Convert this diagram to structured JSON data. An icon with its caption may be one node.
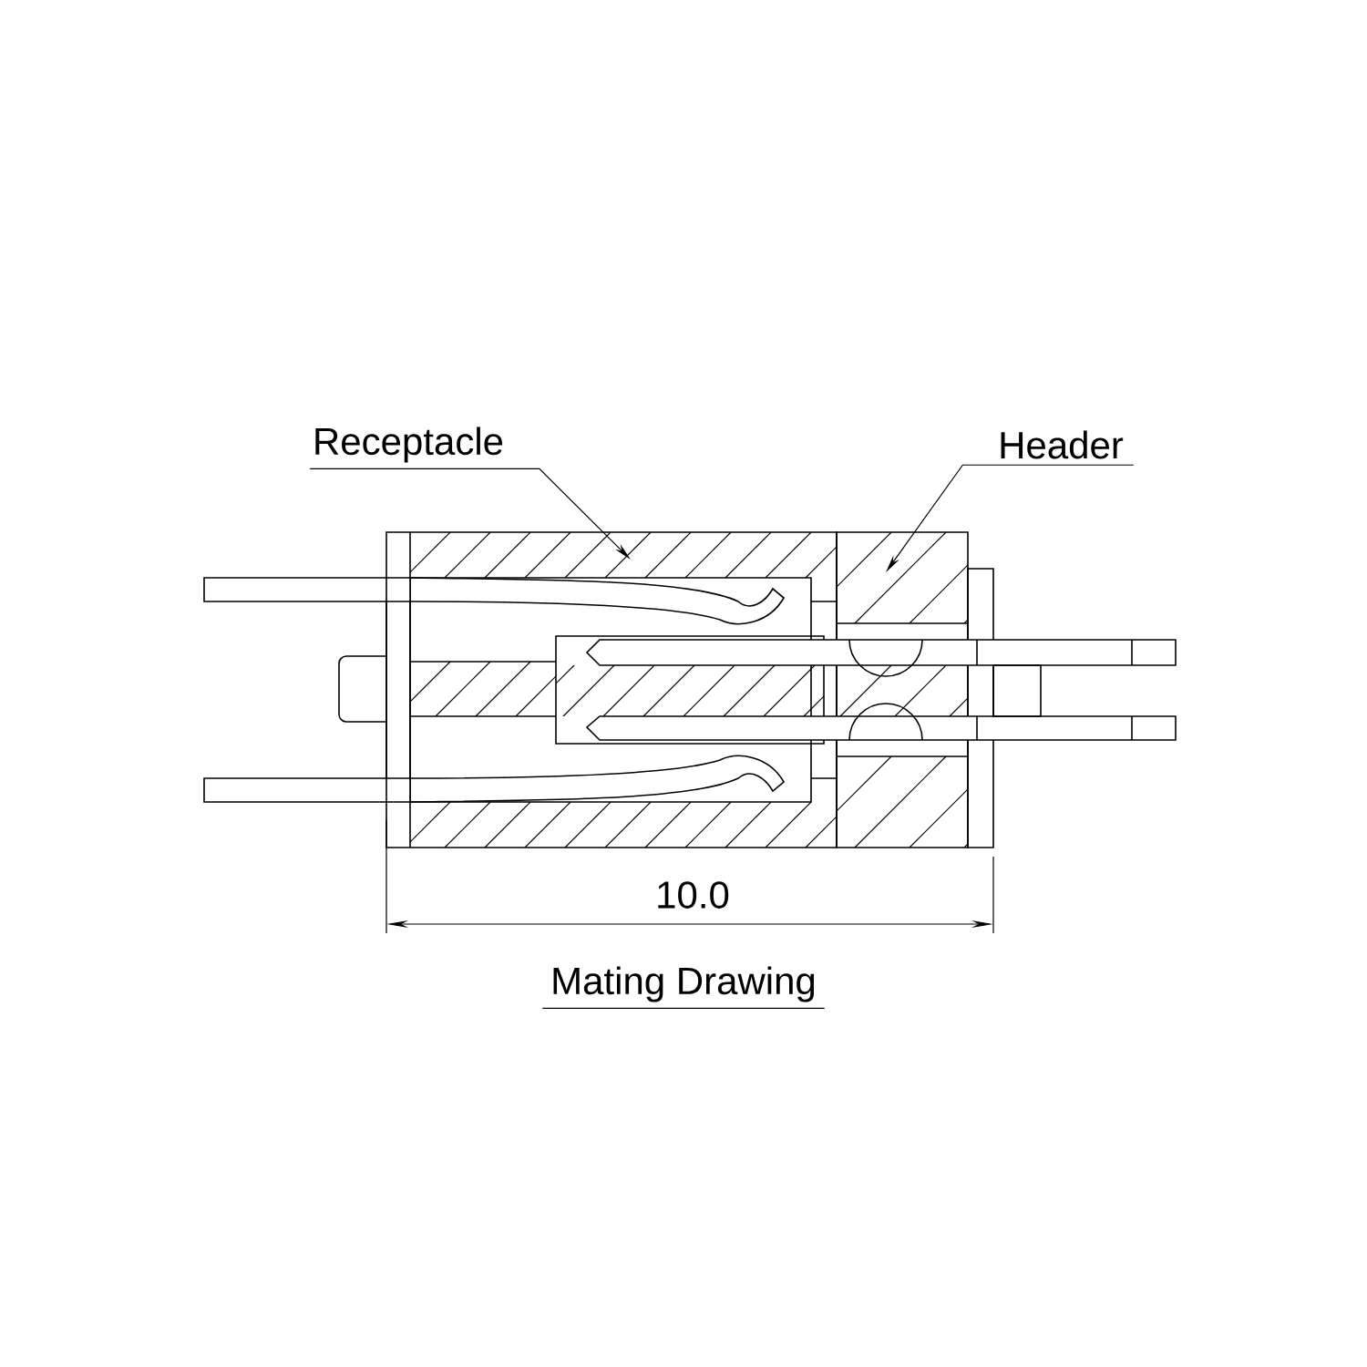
{
  "diagram": {
    "caption": "Mating Drawing",
    "nodes": [
      {
        "text": [
          "Receptacle"
        ]
      },
      {
        "text": [
          "Header"
        ]
      },
      {
        "text": [],
        "shape": "box"
      },
      {
        "text": [],
        "shape": "box"
      }
    ],
    "edges": [
      {
        "from": 0,
        "to": 2,
        "arrow": "to"
      },
      {
        "from": 1,
        "to": 3,
        "arrow": "to"
      }
    ],
    "labels": [
      "10.0"
    ]
  }
}
